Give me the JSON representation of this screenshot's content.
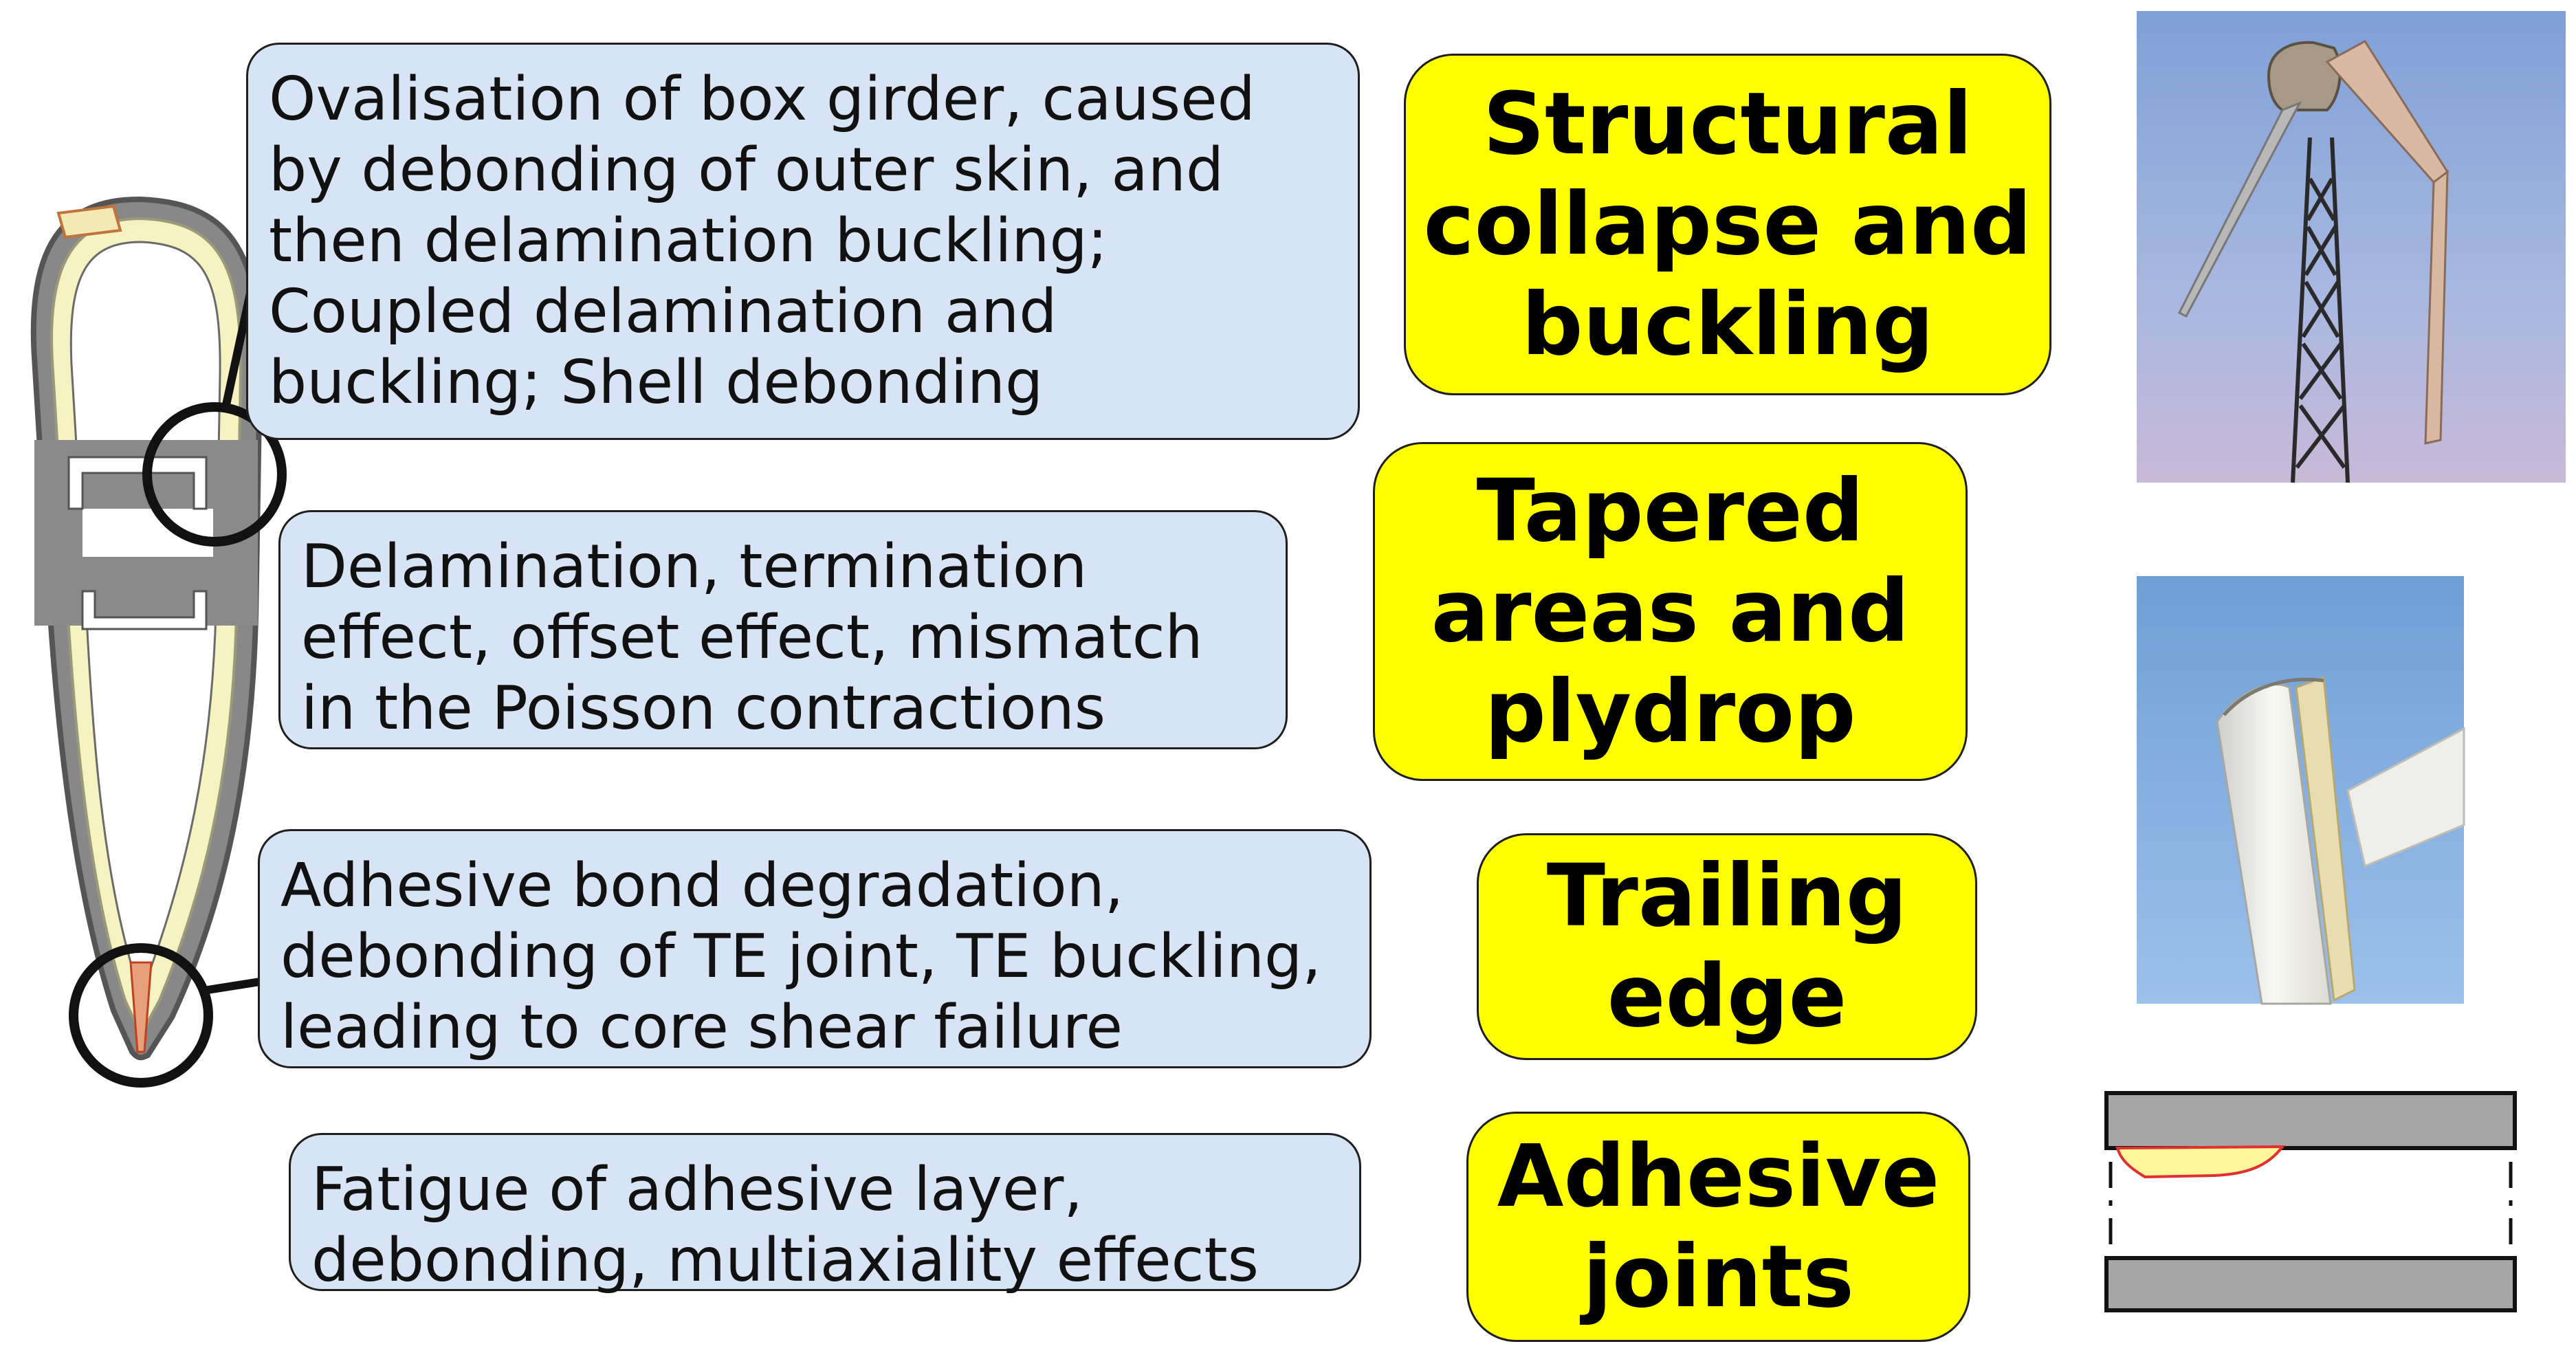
{
  "descriptions": {
    "structural": "Ovalisation of box girder, caused by debonding of outer skin, and then delamination buckling; Coupled delamination and buckling; Shell debonding",
    "tapered": "Delamination, termination effect, offset effect, mismatch in the Poisson contractions",
    "trailing": "Adhesive bond degradation, debonding of TE joint, TE buckling, leading to core shear failure",
    "adhesive": "Fatigue of adhesive layer, debonding, multiaxiality effects"
  },
  "categories": {
    "structural": [
      "Structural",
      "collapse and",
      "buckling"
    ],
    "tapered": [
      "Tapered",
      "areas and",
      "plydrop"
    ],
    "trailing": [
      "Trailing",
      "edge"
    ],
    "adhesive": [
      "Adhesive",
      "joints"
    ]
  },
  "colors": {
    "description_box": "#d6e4f6",
    "category_box": "#ffff00",
    "sky": "#8fb0da"
  }
}
